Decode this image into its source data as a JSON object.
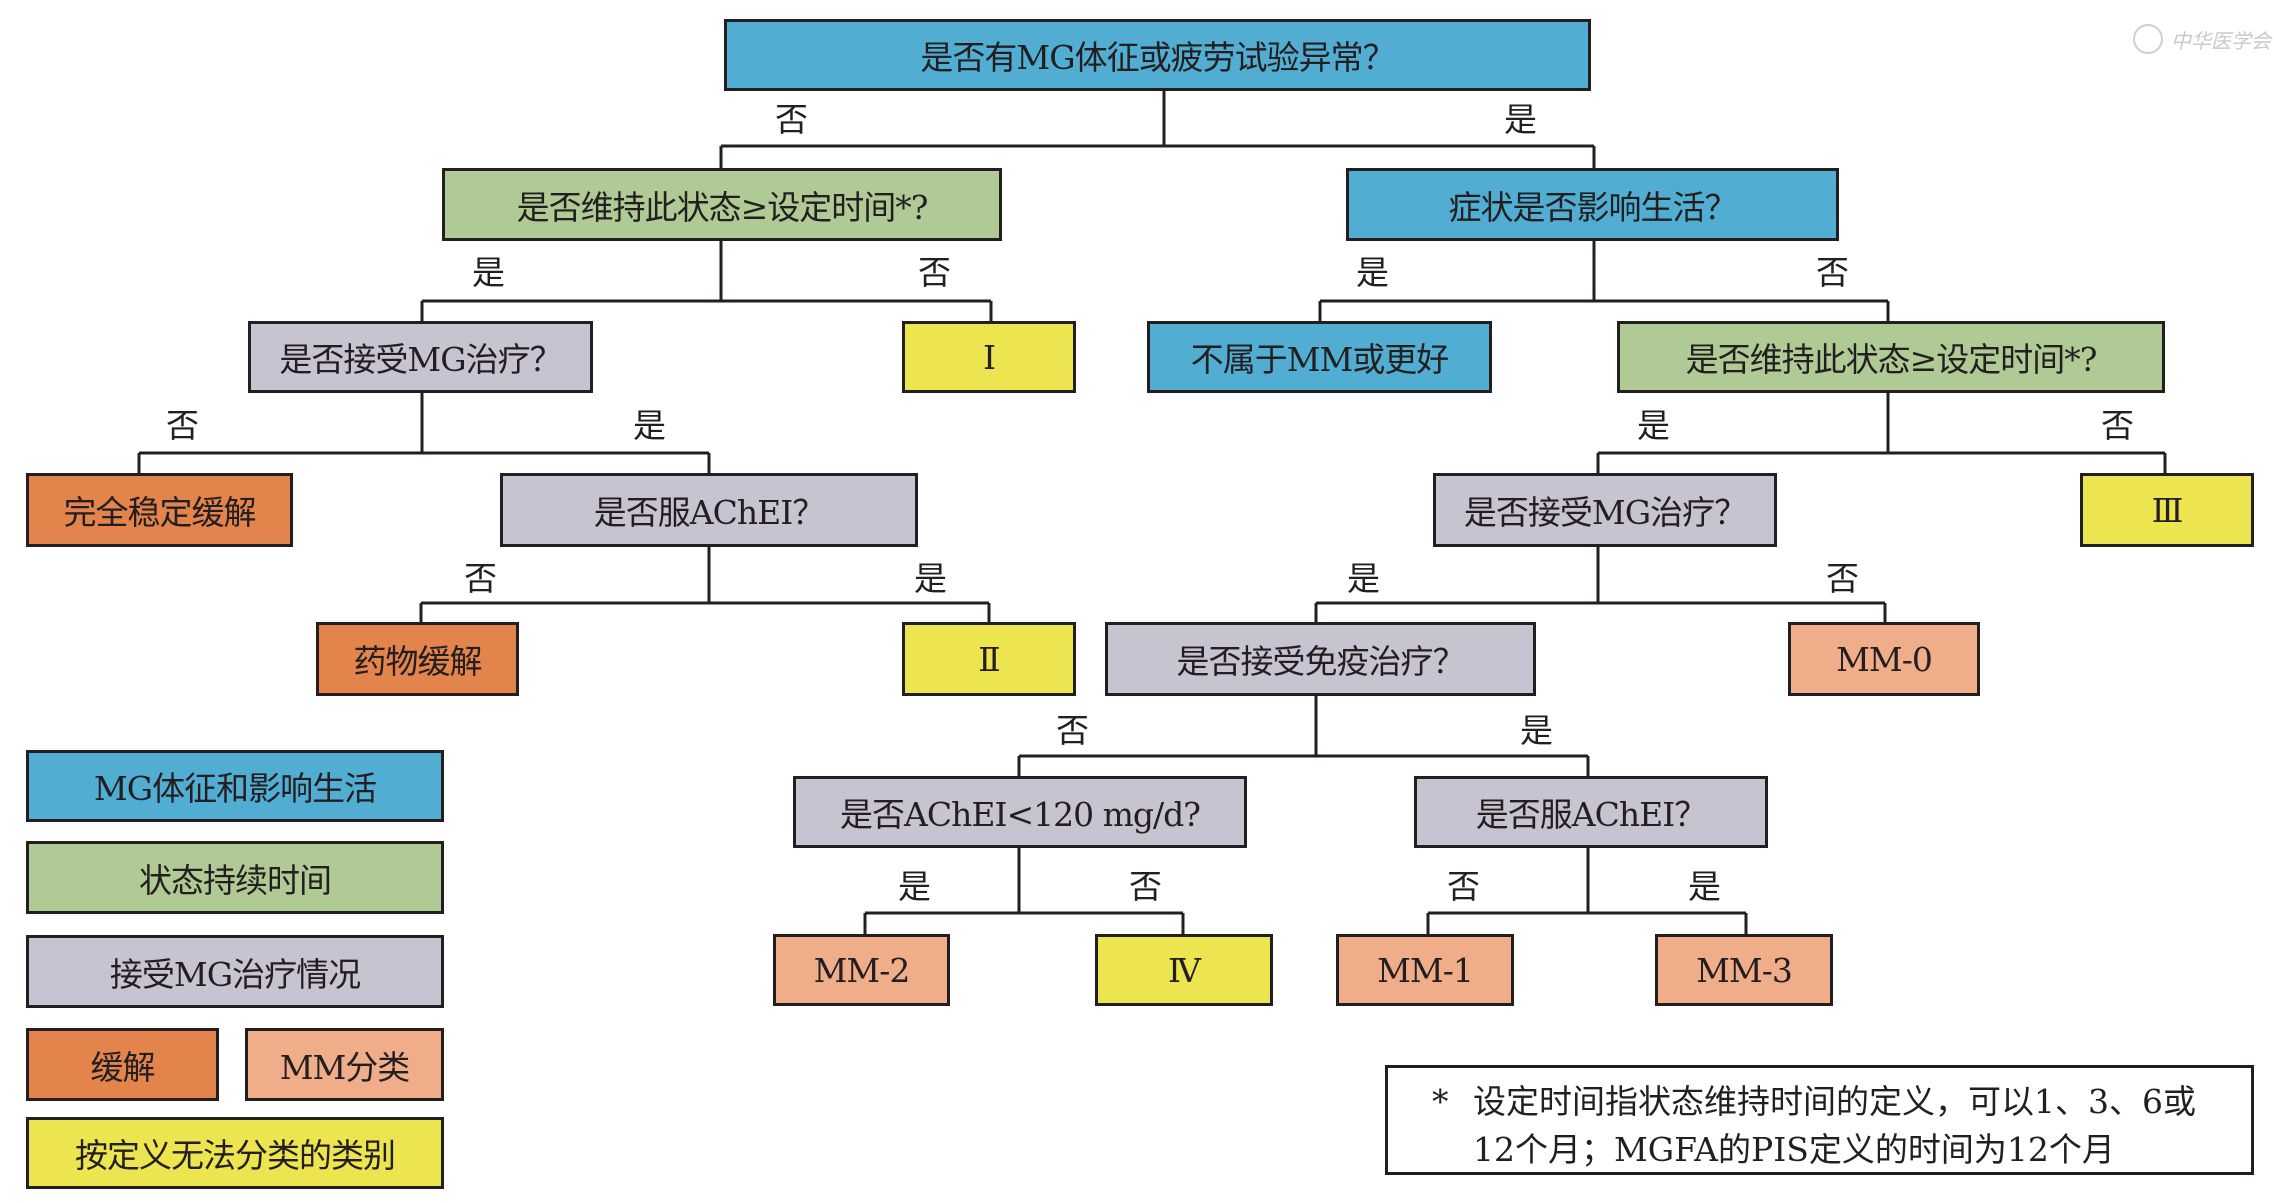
{
  "colors": {
    "signs": "#51aed2",
    "duration": "#afca95",
    "treatment": "#c8c3d0",
    "remission": "#e4844d",
    "mm_class": "#f0ad8a",
    "unclassifiable": "#ece54f"
  },
  "watermark": {
    "icon": "cma-seal-icon",
    "text": "中华医学会"
  },
  "nodes": {
    "root": "是否有MG体征或疲劳试验异常？",
    "l_duration": "是否维持此状态≥设定时间*?",
    "r_affect": "症状是否影响生活？",
    "l_treat": "是否接受MG治疗？",
    "cat_I": "Ⅰ",
    "not_mm": "不属于MM或更好",
    "r_duration": "是否维持此状态≥设定时间*?",
    "csr": "完全稳定缓解",
    "l_achei": "是否服AChEI？",
    "r_treat": "是否接受MG治疗？",
    "cat_III": "Ⅲ",
    "pharm_rem": "药物缓解",
    "cat_II": "Ⅱ",
    "immuno": "是否接受免疫治疗？",
    "mm0": "MM-0",
    "achei_dose": "是否AChEI<120 mg/d?",
    "r_achei": "是否服AChEI？",
    "mm2": "MM-2",
    "cat_IV": "Ⅳ",
    "mm1": "MM-1",
    "mm3": "MM-3"
  },
  "branch_labels": {
    "root_no": "否",
    "root_yes": "是",
    "ldur_yes": "是",
    "ldur_no": "否",
    "raff_yes": "是",
    "raff_no": "否",
    "ltreat_no": "否",
    "ltreat_yes": "是",
    "rdur_yes": "是",
    "rdur_no": "否",
    "lachei_no": "否",
    "lachei_yes": "是",
    "rtreat_yes": "是",
    "rtreat_no": "否",
    "immuno_no": "否",
    "immuno_yes": "是",
    "dose_yes": "是",
    "dose_no": "否",
    "rachei_no": "否",
    "rachei_yes": "是"
  },
  "legend": [
    {
      "key": "signs",
      "label": "MG体征和影响生活"
    },
    {
      "key": "duration",
      "label": "状态持续时间"
    },
    {
      "key": "treatment",
      "label": "接受MG治疗情况"
    },
    {
      "key": "remission",
      "label": "缓解"
    },
    {
      "key": "mm_class",
      "label": "MM分类"
    },
    {
      "key": "unclassifiable",
      "label": "按定义无法分类的类别"
    }
  ],
  "footnote": {
    "marker": "*",
    "line1": "设定时间指状态维持时间的定义，可以1、3、6或",
    "line2": "12个月；MGFA的PIS定义的时间为12个月"
  }
}
